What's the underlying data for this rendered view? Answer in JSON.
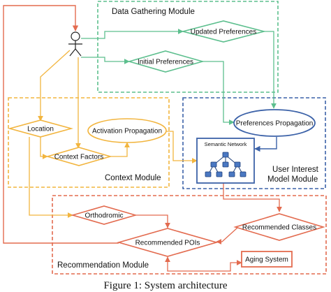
{
  "modules": {
    "data_gathering": "Data Gathering Module",
    "context": "Context Module",
    "user_interest_line1": "User Interest",
    "user_interest_line2": "Model Module",
    "recommendation": "Recommendation Module"
  },
  "nodes": {
    "updated_preferences": "Updated Preferences",
    "initial_preferences": "Initial Preferences",
    "location": "Location",
    "activation_propagation": "Activation Propagation",
    "context_factors": "Context Factors",
    "preferences_propagation": "Preferences Propagation",
    "semantic_network": "Semantic Network",
    "orthodromic": "Orthodromic",
    "recommended_classes": "Recommended Classes",
    "recommended_pois": "Recommended POIs",
    "aging_system": "Aging System"
  },
  "caption": "Figure 1: System architecture",
  "colors": {
    "data_gathering": "#5dbf8e",
    "context": "#f2b53f",
    "user_interest": "#3c62a8",
    "recommendation": "#e36b4f",
    "node_fill": "#ffffff"
  }
}
